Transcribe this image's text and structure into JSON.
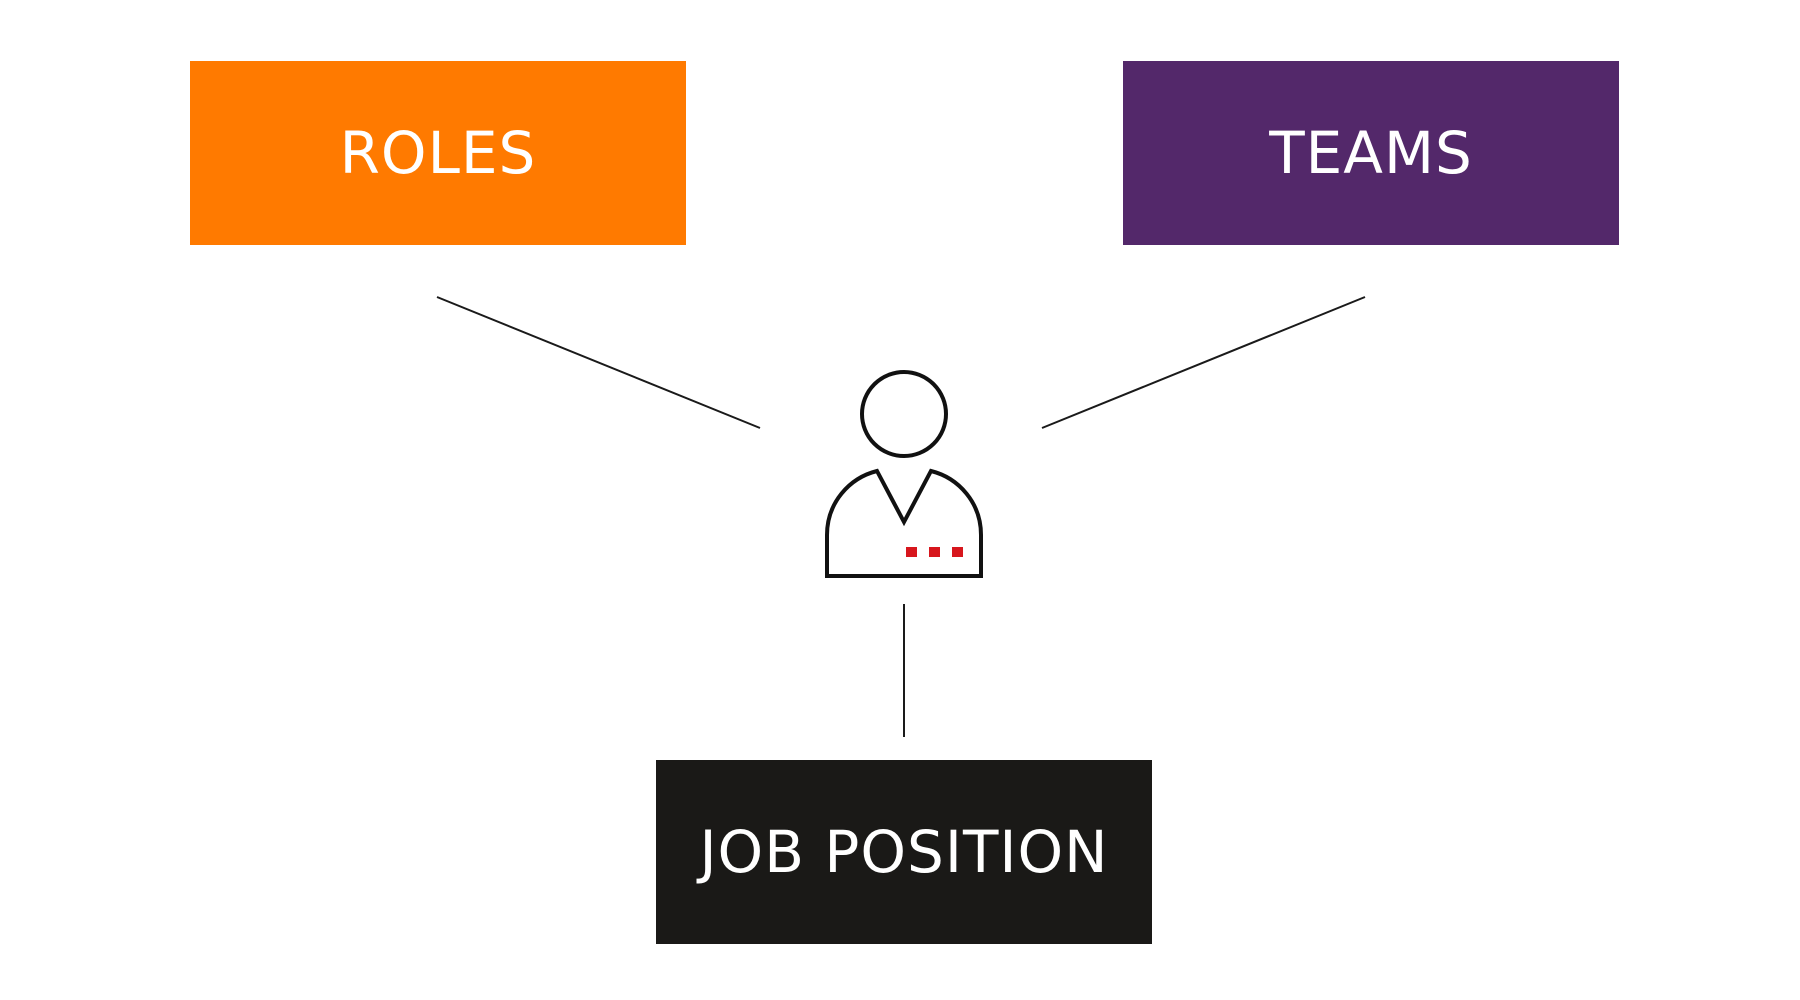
{
  "nodes": {
    "roles": {
      "label": "ROLES",
      "color": "#FF7A00"
    },
    "teams": {
      "label": "TEAMS",
      "color": "#53286A"
    },
    "job_position": {
      "label": "JOB POSITION",
      "color": "#1A1917"
    }
  },
  "center": {
    "icon": "person-icon",
    "accent_color": "#D7161D"
  }
}
